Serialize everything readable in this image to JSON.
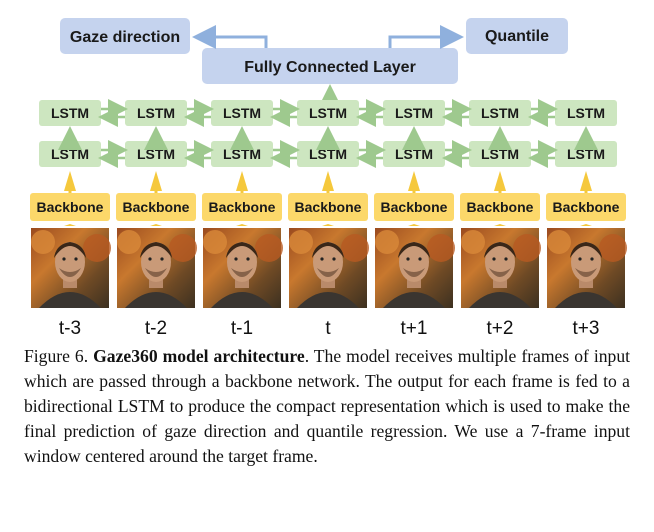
{
  "diagram": {
    "outputs": {
      "gaze": "Gaze direction",
      "quantile": "Quantile"
    },
    "fc_layer": "Fully Connected Layer",
    "lstm_label": "LSTM",
    "backbone_label": "Backbone",
    "frames": [
      "t-3",
      "t-2",
      "t-1",
      "t",
      "t+1",
      "t+2",
      "t+3"
    ],
    "colors": {
      "output_box": "#c5d3ee",
      "lstm_box": "#cde6c0",
      "backbone_box": "#fcd86a",
      "arrow_blue": "#8fb0dd",
      "arrow_green": "#9ec98e",
      "arrow_yellow": "#f5c83c"
    }
  },
  "caption": {
    "figure_label": "Figure 6.",
    "title": "Gaze360 model architecture",
    "body": ". The model receives multiple frames of input which are passed through a backbone network. The output for each frame is fed to a bidirectional LSTM to produce the compact representation which is used to make the final prediction of gaze direction and quantile regression. We use a 7-frame input window centered around the target frame."
  }
}
